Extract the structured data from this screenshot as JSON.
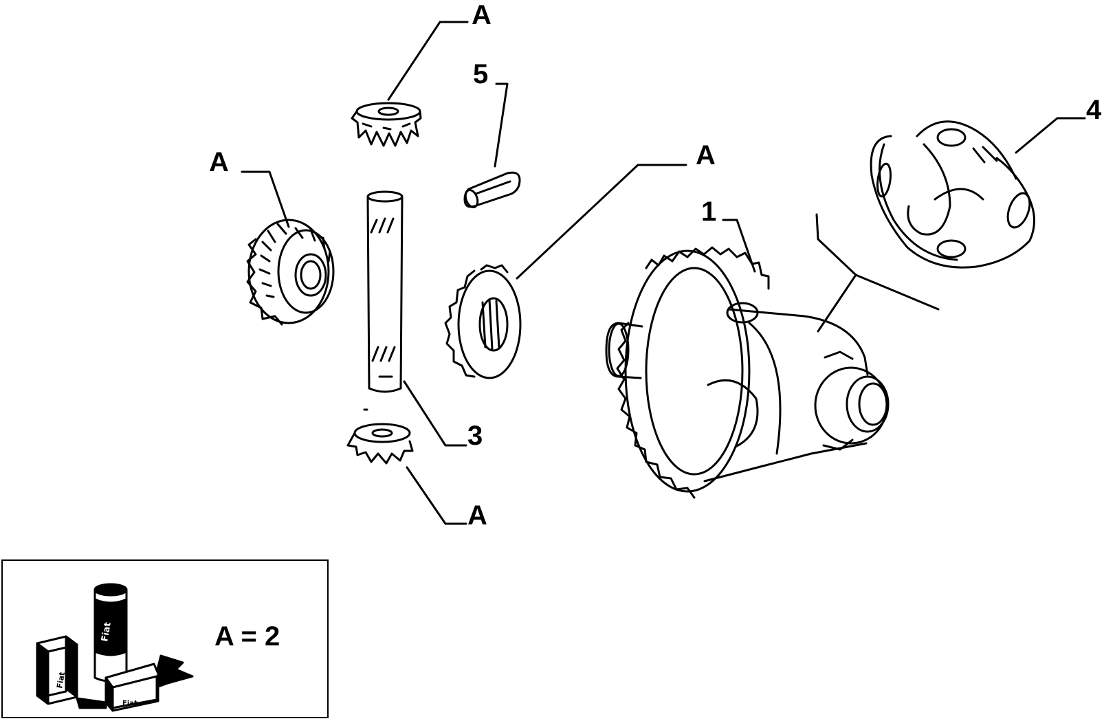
{
  "callouts": {
    "a_top": "A",
    "five": "5",
    "a_left": "A",
    "a_mid": "A",
    "one": "1",
    "four": "4",
    "three": "3",
    "a_bottom": "A"
  },
  "legend": {
    "text": "A = 2",
    "product_labels": [
      "Fiat",
      "Fiat",
      "Fiat"
    ]
  },
  "colors": {
    "ink": "#000000",
    "paper": "#ffffff"
  },
  "icons": [
    "gear-icon",
    "pin-icon",
    "shaft-icon",
    "differential-housing-icon",
    "spider-yoke-icon",
    "lubricant-products-icon"
  ]
}
